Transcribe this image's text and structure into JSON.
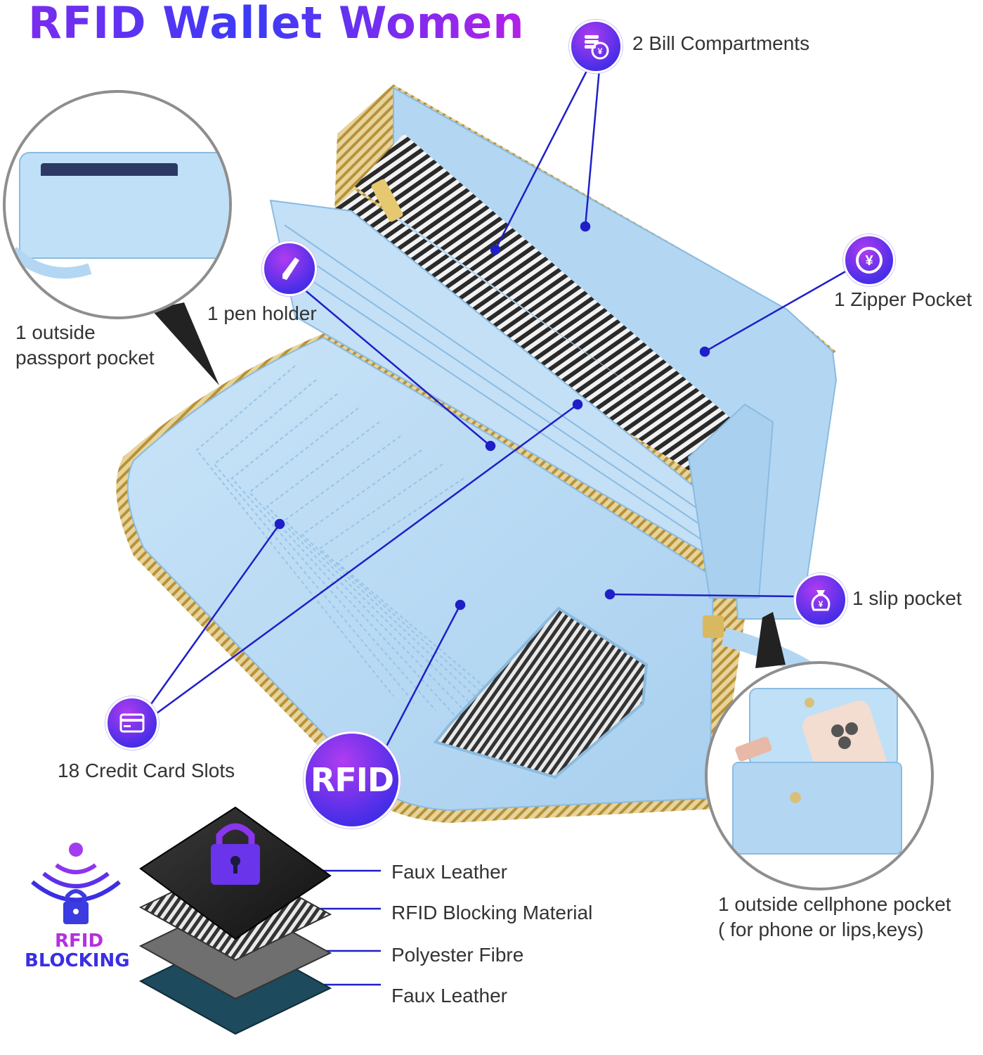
{
  "title": "RFID Wallet Women",
  "features": {
    "bill_compartments": "2 Bill Compartments",
    "zipper_pocket": "1 Zipper Pocket",
    "pen_holder": "1 pen holder",
    "passport_pocket_line1": "1 outside",
    "passport_pocket_line2": "passport pocket",
    "slip_pocket": "1 slip pocket",
    "credit_card_slots": "18 Credit Card Slots",
    "cellphone_pocket_line1": "1 outside cellphone pocket",
    "cellphone_pocket_line2": "( for phone or lips,keys)"
  },
  "rfid_badge": "RFID",
  "rfid_blocking": {
    "line1": "RFID",
    "line2": "BLOCKING"
  },
  "layers": [
    "Faux Leather",
    "RFID Blocking Material",
    "Polyester Fibre",
    "Faux Leather"
  ],
  "icons": {
    "bill": "coin-stack-icon",
    "zipper": "yen-coin-icon",
    "pen": "pen-icon",
    "slip": "money-bag-icon",
    "card": "credit-card-icon",
    "lock": "padlock-icon",
    "signal": "wireless-signal-icon"
  },
  "colors": {
    "accent_purple": "#7a2cf0",
    "accent_blue": "#2b2fd6",
    "wallet_blue": "#b7daf4",
    "zipper_gold": "#c9a24a"
  }
}
